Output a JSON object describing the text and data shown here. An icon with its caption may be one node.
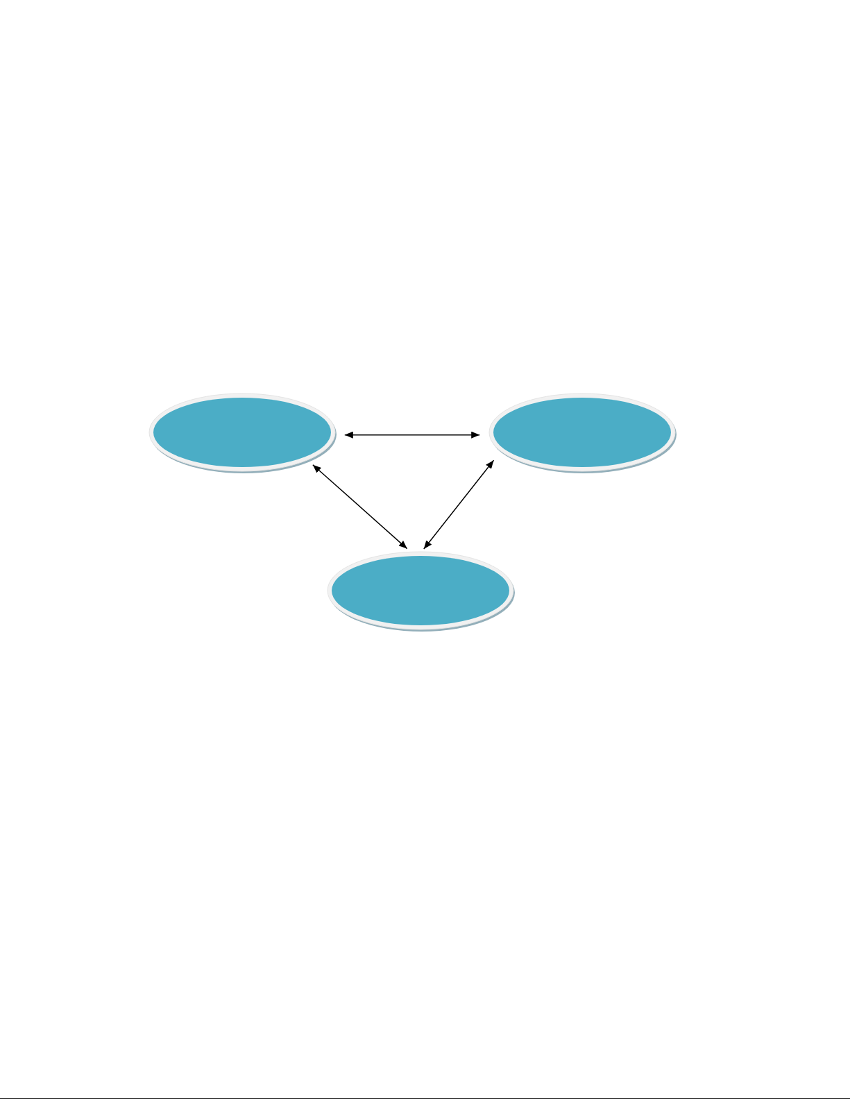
{
  "diagram": {
    "nodes": [
      {
        "text": [],
        "shape": "ellipse"
      },
      {
        "text": [],
        "shape": "ellipse"
      },
      {
        "text": [],
        "shape": "ellipse"
      }
    ],
    "edges": [
      {
        "from": 0,
        "to": 1,
        "arrow": "both"
      },
      {
        "from": 0,
        "to": 2,
        "arrow": "both"
      },
      {
        "from": 1,
        "to": 2,
        "arrow": "both"
      }
    ]
  }
}
